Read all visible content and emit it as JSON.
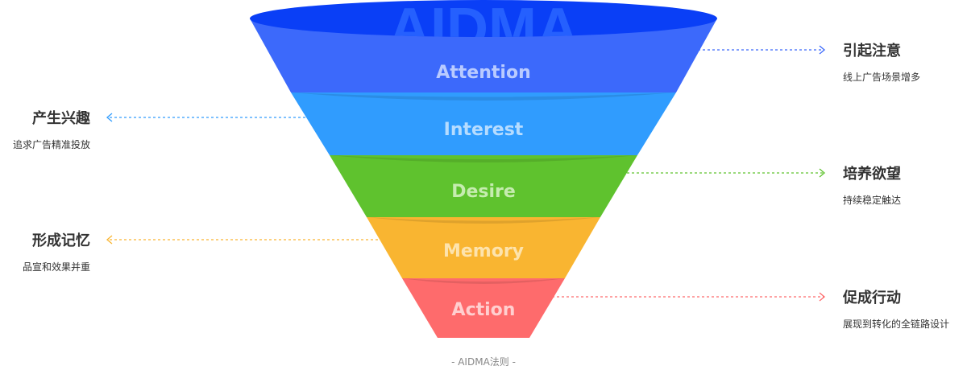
{
  "diagram": {
    "watermark": "AIDMA",
    "colors": {
      "rim": "#0a3ff6",
      "watermark": "#2a66ff"
    },
    "stages": [
      {
        "label": "Attention",
        "color": "#3c69fb",
        "text_color": "#b9cbff"
      },
      {
        "label": "Interest",
        "color": "#309cfe",
        "text_color": "#b6dcff"
      },
      {
        "label": "Desire",
        "color": "#5fc22e",
        "text_color": "#c6ecb0"
      },
      {
        "label": "Memory",
        "color": "#f9b531",
        "text_color": "#fde3ad"
      },
      {
        "label": "Action",
        "color": "#fe6b6c",
        "text_color": "#ffcfcf"
      }
    ],
    "annotations": [
      {
        "title": "引起注意",
        "desc": "线上广告场景增多",
        "color": "#3c69fb"
      },
      {
        "title": "产生兴趣",
        "desc": "追求广告精准投放",
        "color": "#309cfe"
      },
      {
        "title": "培养欲望",
        "desc": "持续稳定触达",
        "color": "#5fc22e"
      },
      {
        "title": "形成记忆",
        "desc": "品宣和效果并重",
        "color": "#f9b531"
      },
      {
        "title": "促成行动",
        "desc": "展现到转化的全链路设计",
        "color": "#fe6b6c"
      }
    ],
    "caption": "- AIDMA法则 -"
  }
}
